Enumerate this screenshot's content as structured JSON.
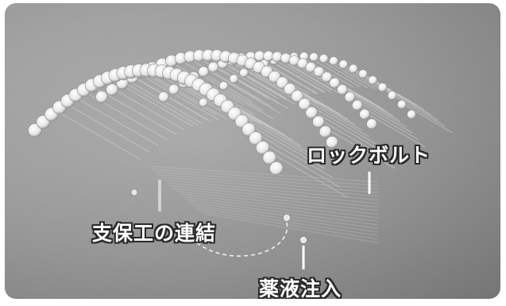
{
  "labels": {
    "rock_bolt": "ロックボルト",
    "support_connection": "支保工の連結",
    "chemical_injection": "薬液注入"
  },
  "colors": {
    "background": "#a8a8a8",
    "arch_bead": "#f2f2f2",
    "bolt_line": "#cfcfcf",
    "label_text": "#ffffff",
    "label_outline": "#2a2a2a"
  }
}
